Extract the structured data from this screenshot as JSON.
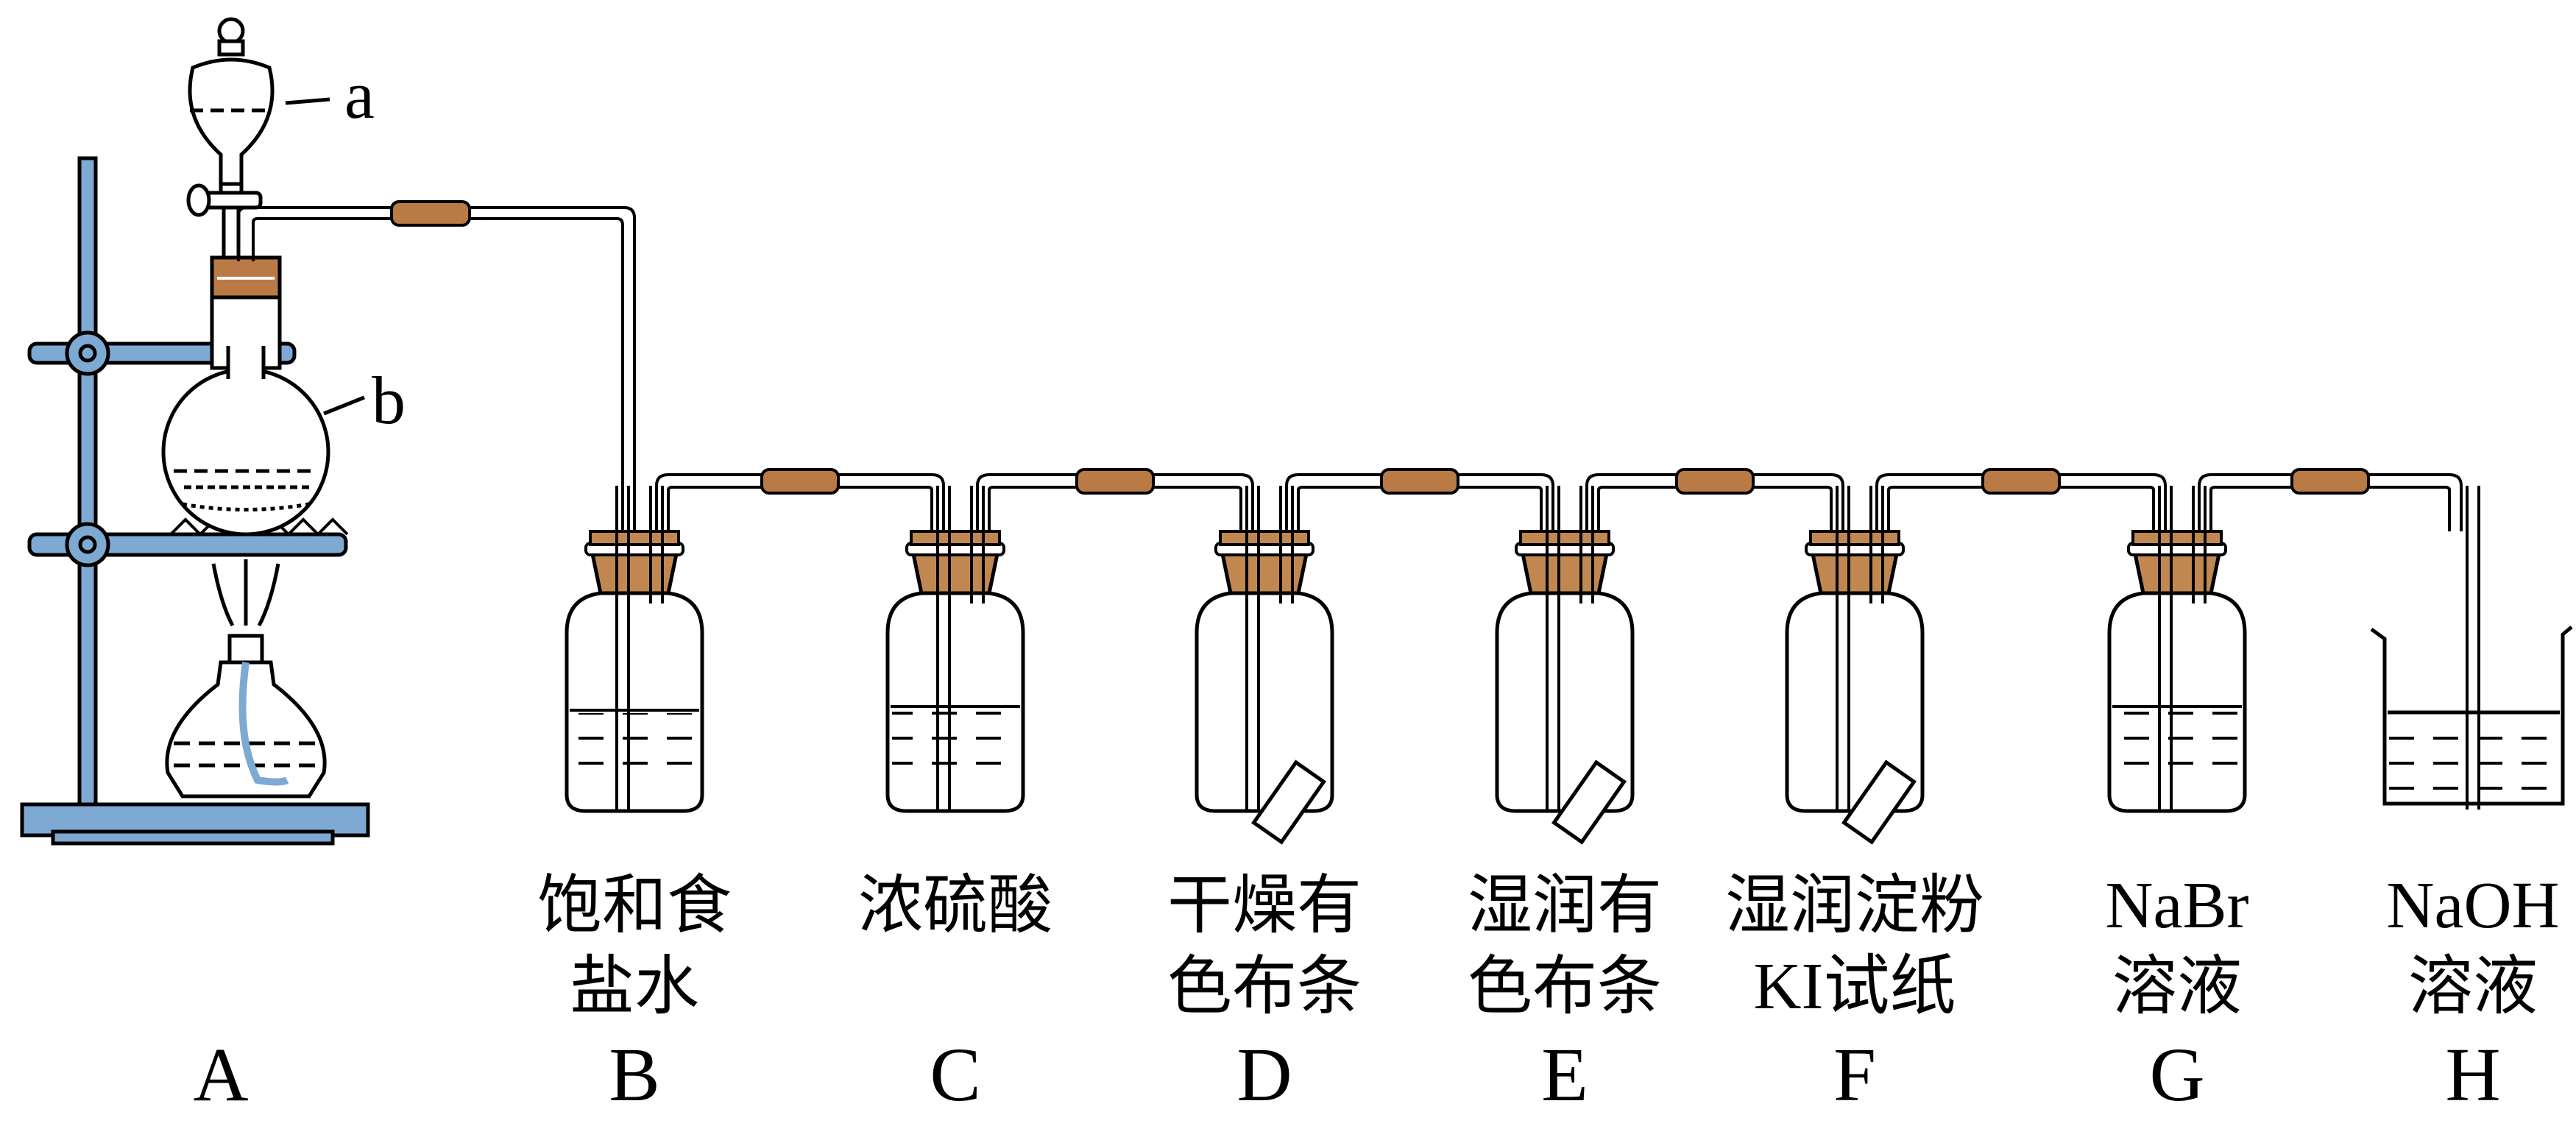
{
  "apparatus": {
    "callouts": {
      "funnel": "a",
      "flask": "b"
    },
    "labels": [
      "A",
      "B",
      "C",
      "D",
      "E",
      "F",
      "G",
      "H"
    ],
    "reagents": {
      "B": [
        "饱和食",
        "盐水"
      ],
      "C": [
        "浓硫酸"
      ],
      "D": [
        "干燥有",
        "色布条"
      ],
      "E": [
        "湿润有",
        "色布条"
      ],
      "F": [
        "湿润淀粉",
        "KI试纸"
      ],
      "G": [
        "NaBr",
        "溶液"
      ],
      "H": [
        "NaOH",
        "溶液"
      ]
    }
  },
  "colors": {
    "stand": "#7ea9d3",
    "rubber": "#b97a45",
    "cork": "#c08850",
    "line": "#000000"
  }
}
